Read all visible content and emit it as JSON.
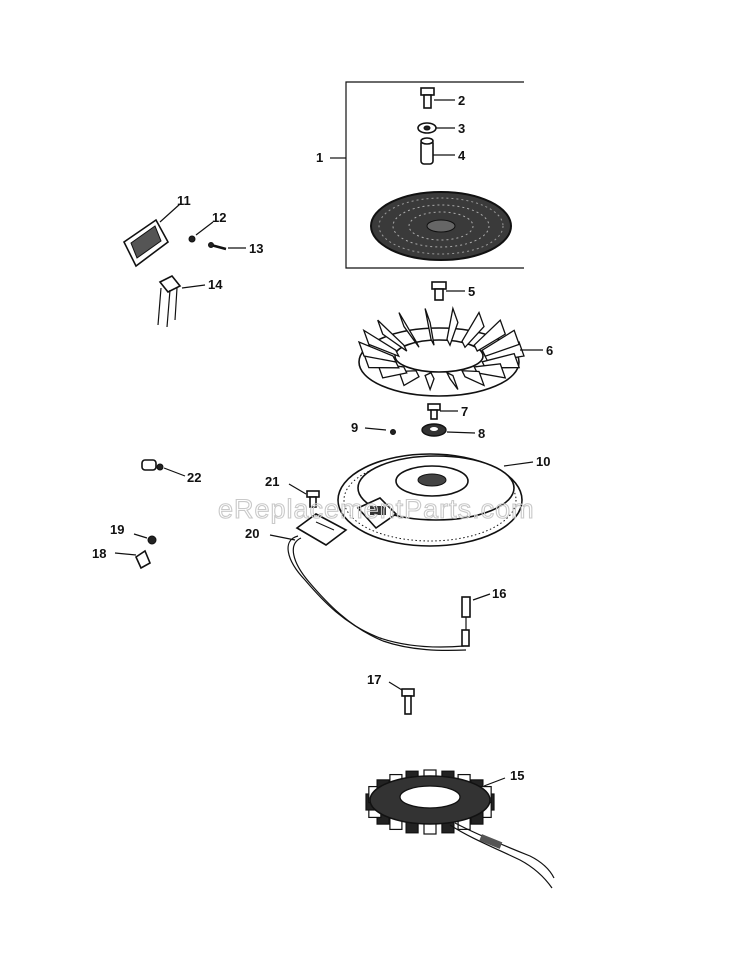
{
  "watermark": "eReplacementParts.com",
  "callouts": [
    "1",
    "2",
    "3",
    "4",
    "5",
    "6",
    "7",
    "8",
    "9",
    "10",
    "11",
    "12",
    "13",
    "14",
    "15",
    "16",
    "17",
    "18",
    "19",
    "20",
    "21",
    "22"
  ],
  "colors": {
    "ink": "#111111",
    "paper": "#ffffff",
    "watermark": "#c9c9c9"
  }
}
